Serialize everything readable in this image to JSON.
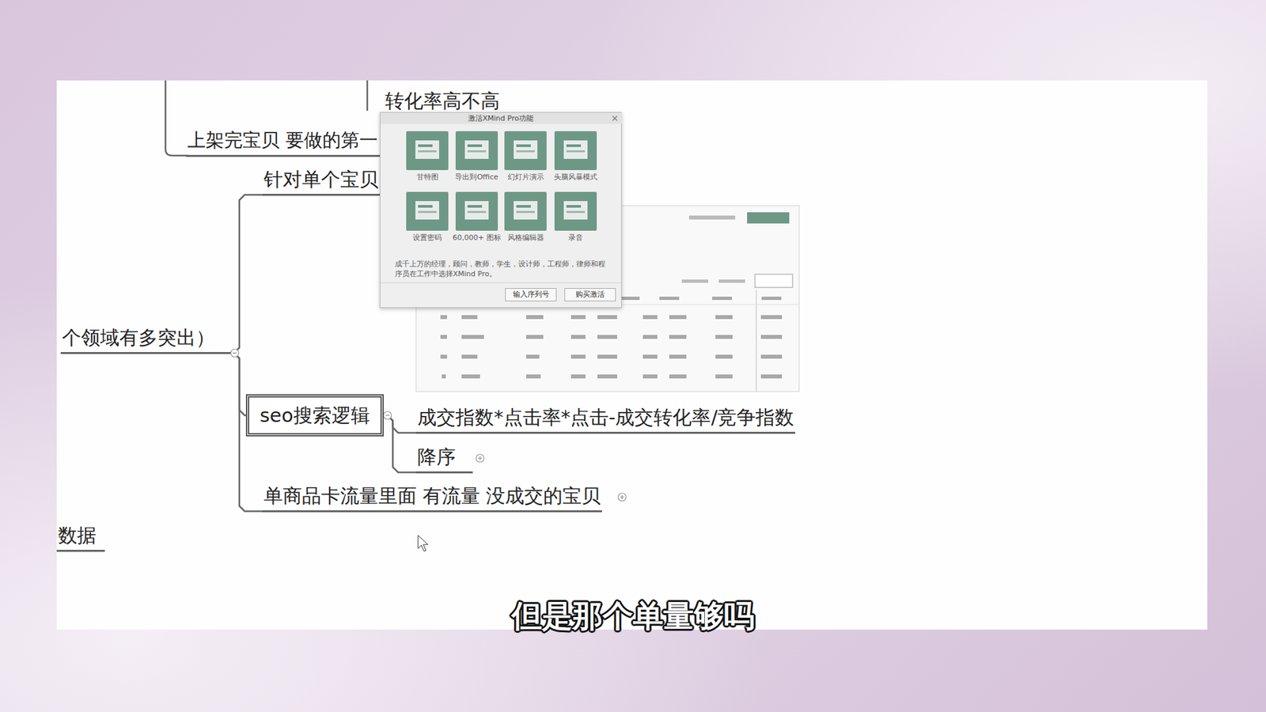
{
  "diagram": {
    "caption": "但是那个单量够吗",
    "nodes": [
      {
        "text": [
          "转化率高不高"
        ]
      },
      {
        "text": [
          "上架完宝贝 要做的第一"
        ]
      },
      {
        "text": [
          "针对单个宝贝"
        ]
      },
      {
        "text": [
          "个领域有多突出）"
        ]
      },
      {
        "text": [
          "seo搜索逻辑"
        ]
      },
      {
        "text": [
          "成交指数*点击率*点击-成交转化率/竞争指数"
        ]
      },
      {
        "text": [
          "降序"
        ]
      },
      {
        "text": [
          "单商品卡流量里面 有流量 没成交的宝贝"
        ]
      },
      {
        "text": [
          "数据"
        ]
      },
      {
        "text": [
          "激活XMind Pro功能",
          "成千上万的经理，顾问，教师，学生，设计师，工程师，律师和程序员在工作中选择XMind Pro。"
        ]
      },
      {
        "text": [
          "输入序列号"
        ],
        "in": 9
      },
      {
        "text": [
          "购买激活"
        ],
        "in": 9
      }
    ],
    "edges": [
      {
        "from": 3,
        "to": 2,
        "arrow": "none"
      },
      {
        "from": 3,
        "to": 4,
        "arrow": "none"
      },
      {
        "from": 3,
        "to": 7,
        "arrow": "none"
      },
      {
        "from": 4,
        "to": 5,
        "arrow": "none"
      },
      {
        "from": 4,
        "to": 6,
        "arrow": "none"
      }
    ],
    "labels": [
      "甘特图",
      "导出到Office",
      "幻灯片演示",
      "头脑风暴模式",
      "设置密码",
      "60,000+ 图标",
      "风格编辑器",
      "录音"
    ]
  }
}
